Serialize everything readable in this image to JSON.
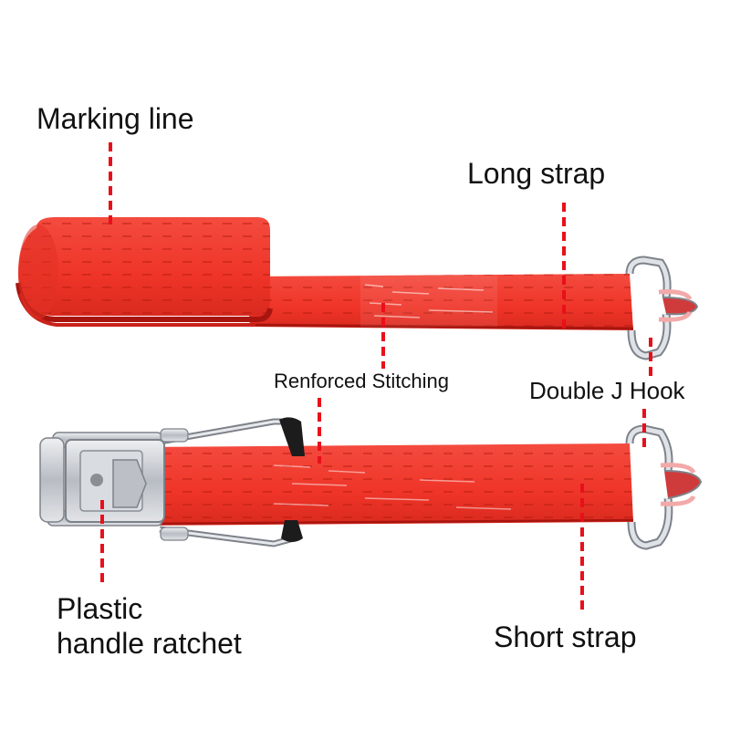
{
  "colors": {
    "strap": "#f23a2e",
    "strap_dark": "#c9221a",
    "strap_shadow": "#a8150f",
    "metal": "#c9ccd1",
    "metal_dark": "#7d828a",
    "leader": "#e8101a",
    "text": "#111111"
  },
  "labels": {
    "marking_line": "Marking line",
    "long_strap": "Long strap",
    "reinforced_stitching": "Renforced Stitching",
    "double_j_hook": "Double J Hook",
    "plastic_handle_ratchet_line1": "Plastic",
    "plastic_handle_ratchet_line2": "handle ratchet",
    "short_strap": "Short strap"
  },
  "icons": {
    "roll": "strap-roll-icon",
    "ratchet": "ratchet-buckle-icon",
    "hook": "double-j-hook-icon"
  }
}
